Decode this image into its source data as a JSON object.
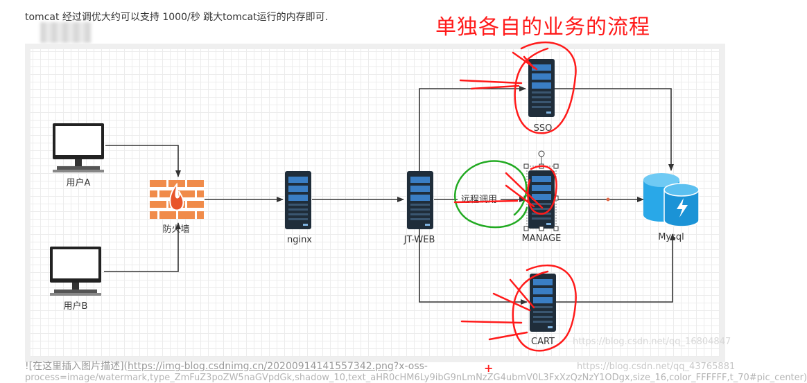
{
  "header": {
    "note": "tomcat 经过调优大约可以支持 1000/秒  跳大tomcat运行的内存即可.",
    "annotation_title": "单独各自的业务的流程"
  },
  "diagram": {
    "nodes": {
      "user_a": "用户A",
      "user_b": "用户B",
      "firewall": "防火墙",
      "nginx": "nginx",
      "jt_web": "JT-WEB",
      "sso": "SSO",
      "manage": "MANAGE",
      "cart": "CART",
      "mysql": "Mysql"
    },
    "edge_label": "远程调用"
  },
  "footer": {
    "markdown_prefix": "![在这里插入图片描述](",
    "markdown_url": "https://img-blog.csdnimg.cn/20200914141557342.png",
    "markdown_suffix": "?x-oss-",
    "line2": "process=image/watermark,type_ZmFuZ3poZW5naGVpdGk,shadow_10,text_aHR0cHM6Ly9ibG9nLmNzZG4ubmV0L3FxXzQzNzY1ODgx,size_16,color_FFFFFF,t_70#pic_center)",
    "watermark_inner": "https://blog.csdn.net/qq_16804847",
    "watermark_outer": "https://blog.csdn.net/qq_43765881"
  },
  "colors": {
    "annotation_red": "#ff1a1a",
    "annotation_green": "#22aa22",
    "server_dark": "#1f2d3a",
    "server_blue": "#3a7ec4",
    "firewall": "#f08b4a",
    "db": "#29a8e8"
  }
}
